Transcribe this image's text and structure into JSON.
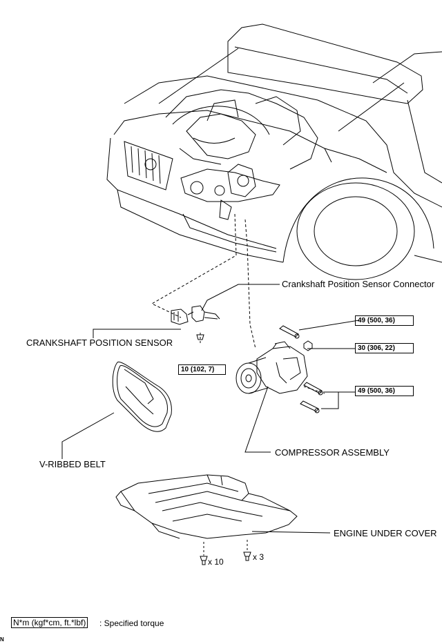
{
  "labels": {
    "sensor_connector": "Crankshaft Position Sensor Connector",
    "sensor": "CRANKSHAFT POSITION SENSOR",
    "belt": "V-RIBBED BELT",
    "compressor": "COMPRESSOR ASSEMBLY",
    "under_cover": "ENGINE UNDER COVER"
  },
  "torques": {
    "bolt_top": "49 (500, 36)",
    "nut": "30 (306, 22)",
    "bolts_lower": "49 (500, 36)",
    "sensor_bolt": "10 (102, 7)"
  },
  "quantities": {
    "clip_a": "x 10",
    "clip_b": "x 3"
  },
  "legend": {
    "box": "N*m (kgf*cm, ft.*lbf)",
    "text": ": Specified torque"
  },
  "corner_mark": "N"
}
